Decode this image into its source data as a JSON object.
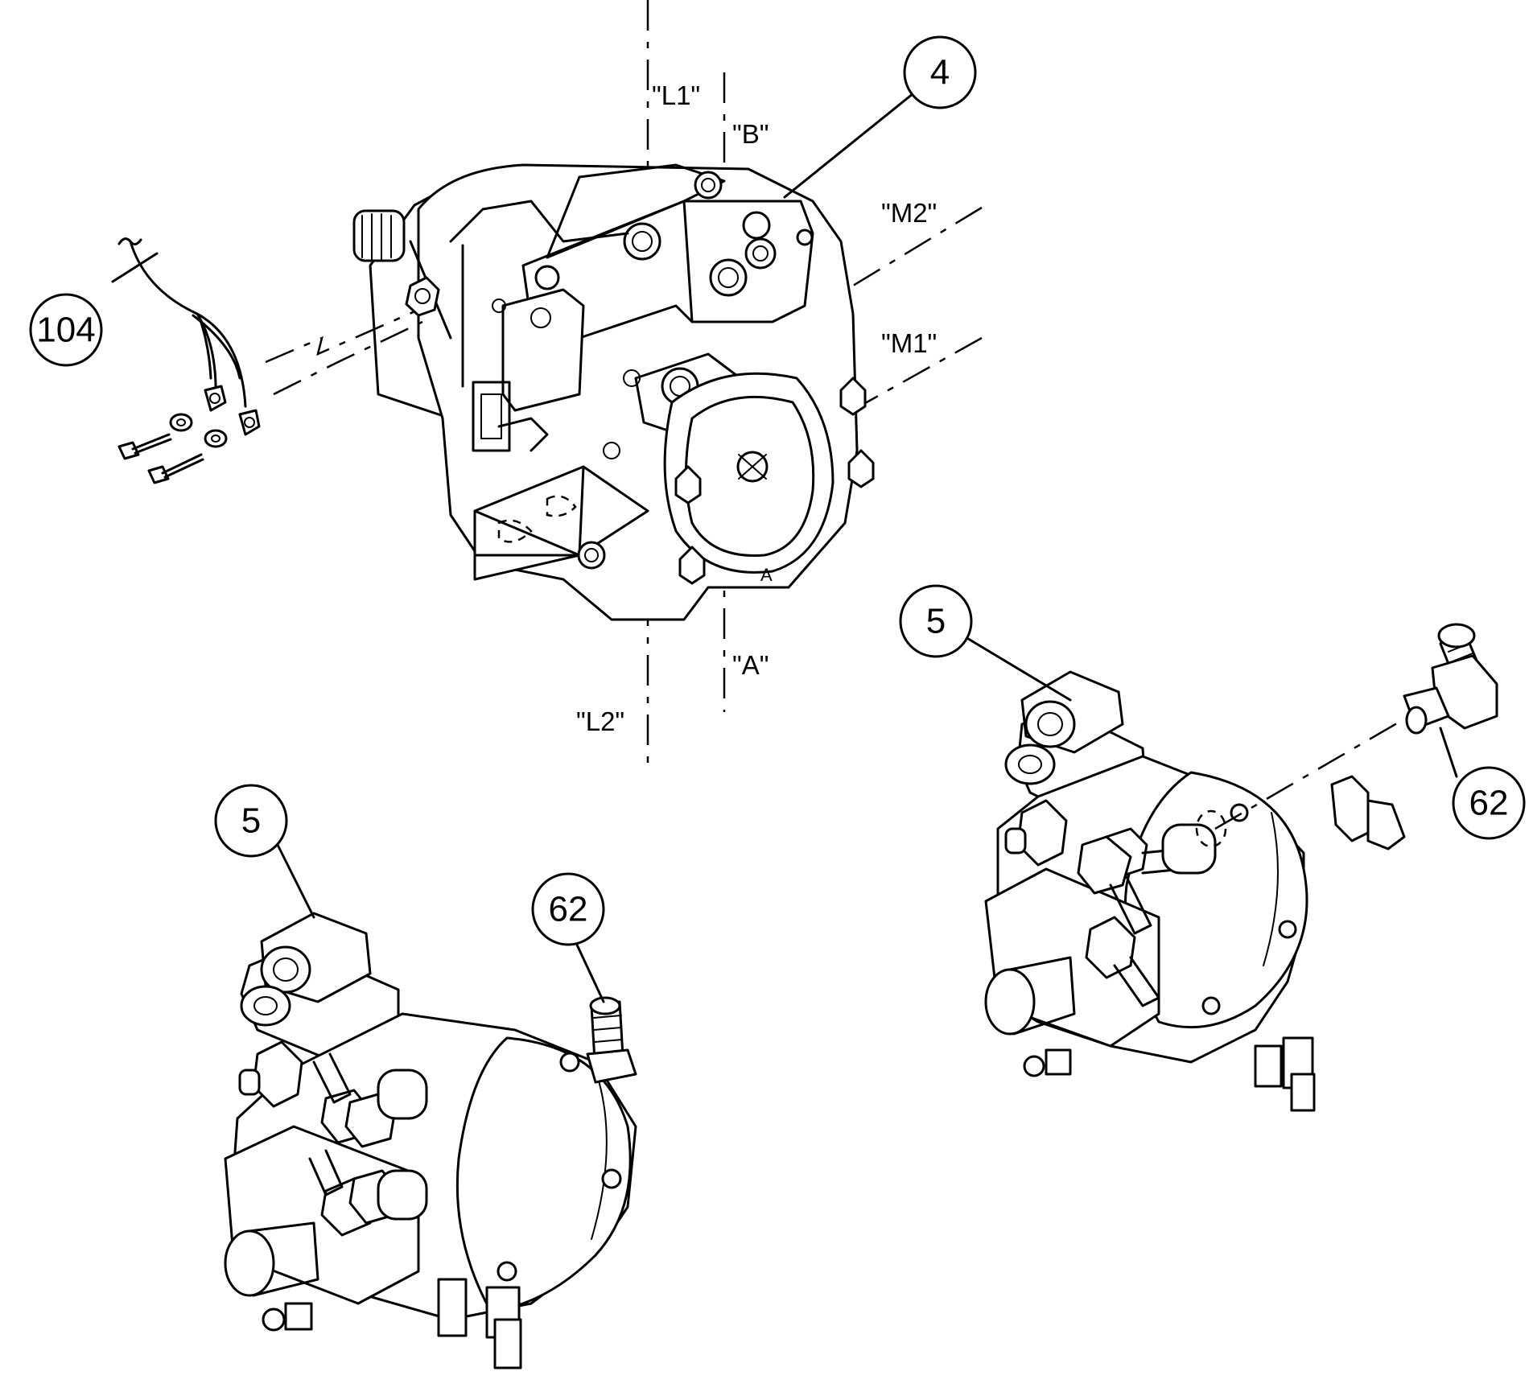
{
  "callouts": {
    "c4": "4",
    "c104": "104",
    "c5_right": "5",
    "c5_left": "5",
    "c62_right": "62",
    "c62_left": "62"
  },
  "ports": {
    "L1": "\"L1\"",
    "B": "\"B\"",
    "M2": "\"M2\"",
    "M1": "\"M1\"",
    "A": "\"A\"",
    "L2": "\"L2\""
  },
  "stamp": {
    "A_mark": "A"
  }
}
